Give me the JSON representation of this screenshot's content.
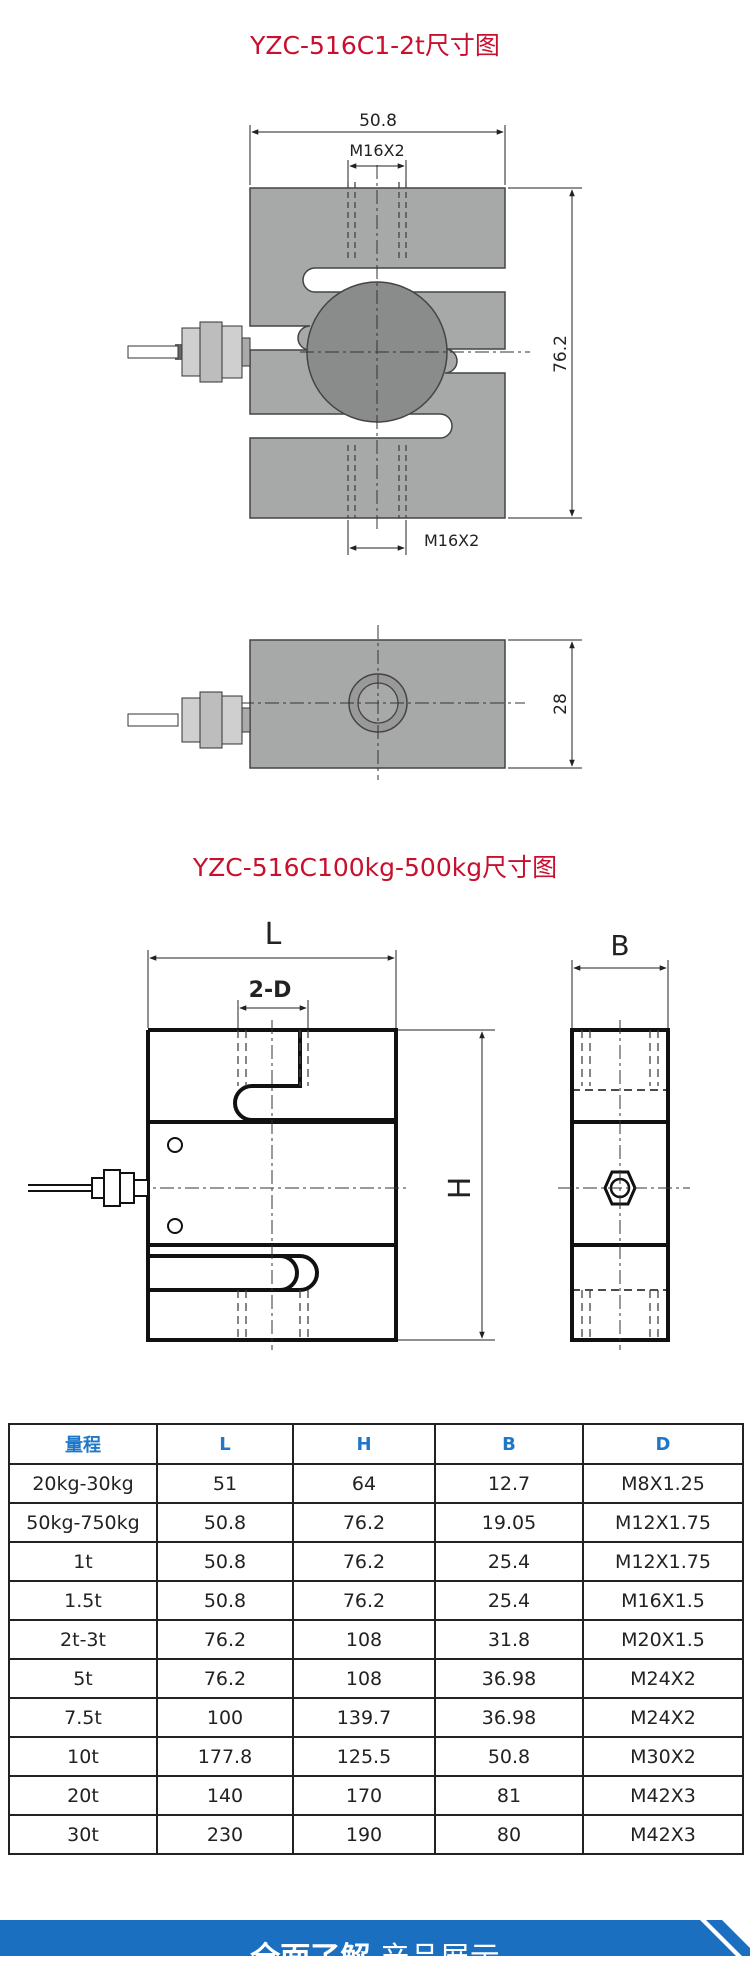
{
  "title1": "YZC-516C1-2t尺寸图",
  "title2": "YZC-516C100kg-500kg尺寸图",
  "drawing1": {
    "width_dim": "50.8",
    "thread_top": "M16X2",
    "thread_bottom": "M16X2",
    "height_dim": "76.2",
    "depth_dim": "28"
  },
  "drawing2": {
    "length_label": "L",
    "thread_label": "2-D",
    "height_label": "H",
    "width_label": "B"
  },
  "table": {
    "headers": [
      "量程",
      "L",
      "H",
      "B",
      "D"
    ],
    "rows": [
      [
        "20kg-30kg",
        "51",
        "64",
        "12.7",
        "M8X1.25"
      ],
      [
        "50kg-750kg",
        "50.8",
        "76.2",
        "19.05",
        "M12X1.75"
      ],
      [
        "1t",
        "50.8",
        "76.2",
        "25.4",
        "M12X1.75"
      ],
      [
        "1.5t",
        "50.8",
        "76.2",
        "25.4",
        "M16X1.5"
      ],
      [
        "2t-3t",
        "76.2",
        "108",
        "31.8",
        "M20X1.5"
      ],
      [
        "5t",
        "76.2",
        "108",
        "36.98",
        "M24X2"
      ],
      [
        "7.5t",
        "100",
        "139.7",
        "36.98",
        "M24X2"
      ],
      [
        "10t",
        "177.8",
        "125.5",
        "50.8",
        "M30X2"
      ],
      [
        "20t",
        "140",
        "170",
        "81",
        "M42X3"
      ],
      [
        "30t",
        "230",
        "190",
        "80",
        "M42X3"
      ]
    ]
  },
  "banner": {
    "bold_text": "全面了解",
    "text": "产品展示"
  },
  "colors": {
    "title_red": "#c8102e",
    "header_blue": "#1f77c9",
    "banner_blue": "#1a6fc0"
  }
}
